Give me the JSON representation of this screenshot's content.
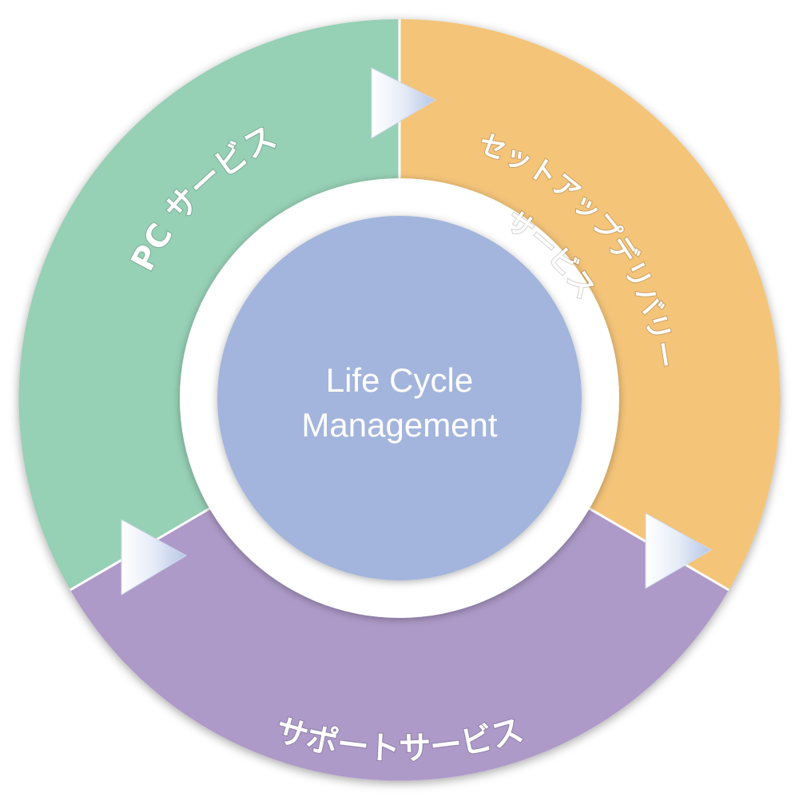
{
  "center": {
    "line1": "Life Cycle",
    "line2": "Management",
    "color": "#a3b5dc"
  },
  "segments": {
    "pc": {
      "label": "PC サービス",
      "color": "#96d0b5"
    },
    "setup": {
      "line1": "セットアップデリバリー",
      "line2": "サービス",
      "color": "#f4c479"
    },
    "support": {
      "label": "サポートサービス",
      "color": "#ad9ac8"
    }
  },
  "arrows": {
    "color": "#dbe4f4",
    "icon": "play-arrow-icon"
  }
}
